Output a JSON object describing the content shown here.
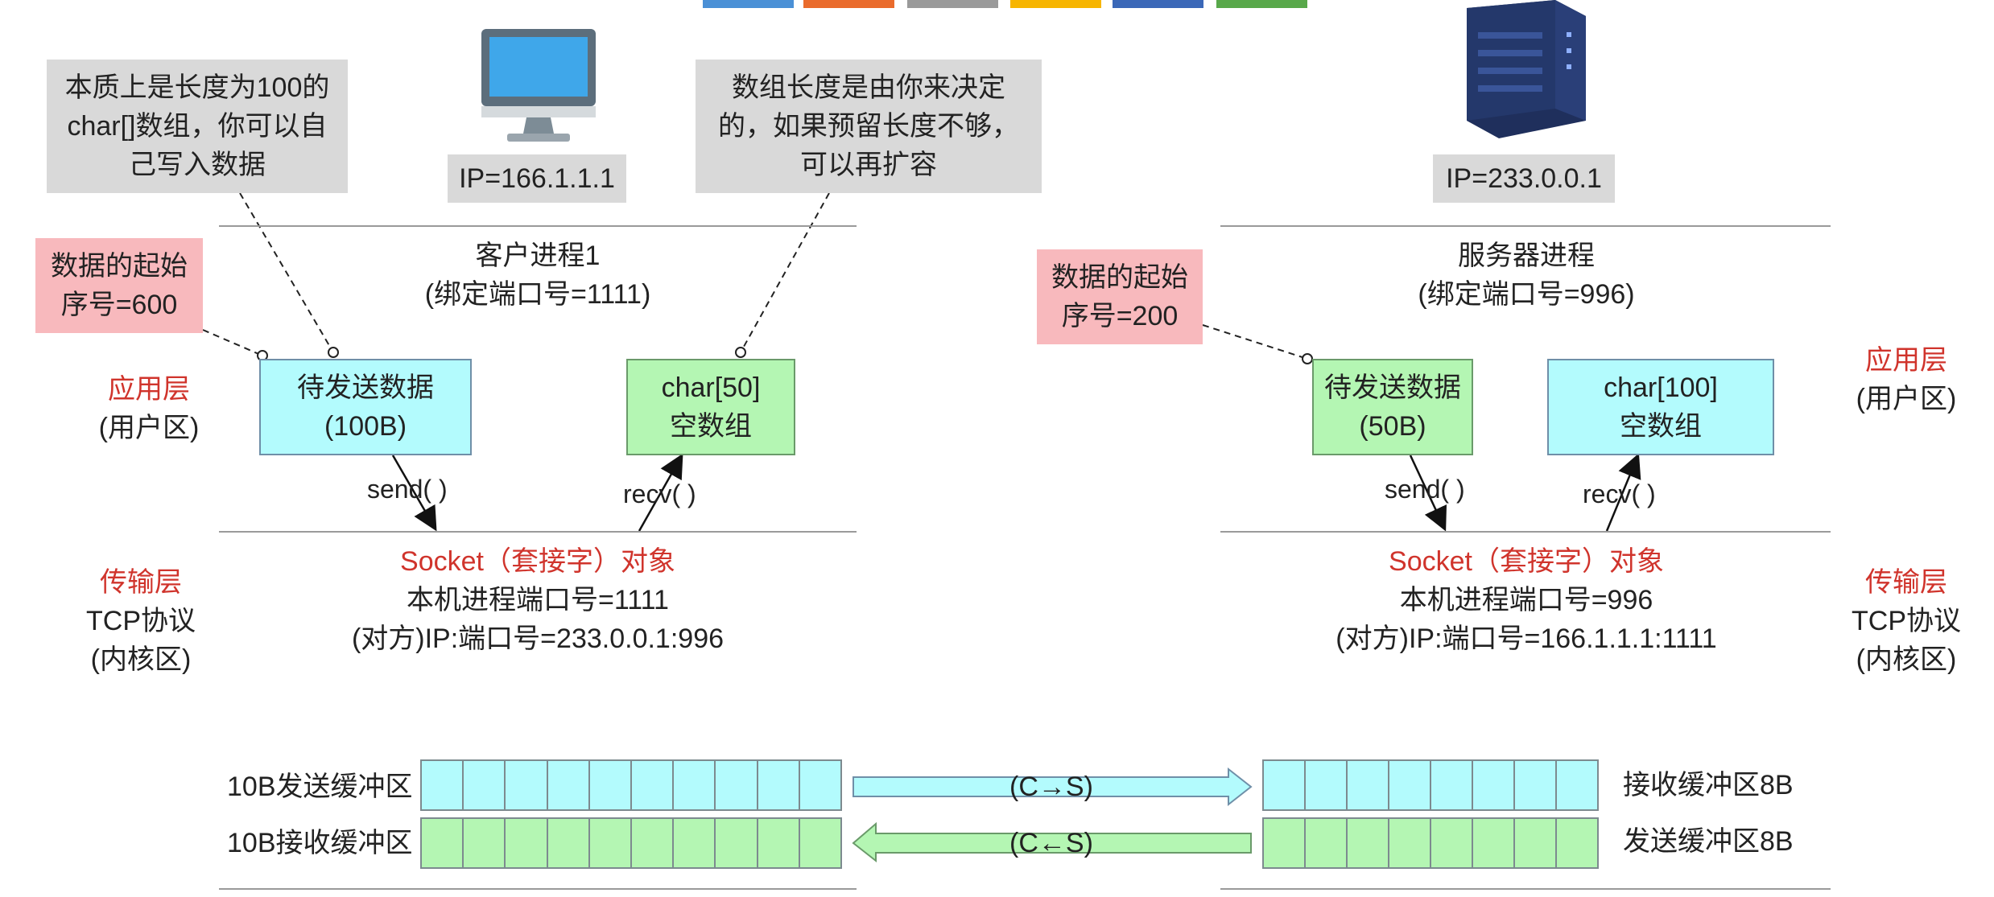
{
  "legend_colors": [
    "#4a90d6",
    "#ea6b2c",
    "#9a9a9a",
    "#f7b500",
    "#3b68b8",
    "#58a84a"
  ],
  "client": {
    "ip": "IP=166.1.1.1",
    "process_title": "客户进程1",
    "process_port": "(绑定端口号=1111)",
    "note_left": [
      "本质上是长度为100的",
      "char[]数组，你可以自",
      "己写入数据"
    ],
    "note_right": [
      "数组长度是由你来决定",
      "的，如果预留长度不够，",
      "可以再扩容"
    ],
    "seq": [
      "数据的起始",
      "序号=600"
    ],
    "send_box": [
      "待发送数据",
      "(100B)"
    ],
    "recv_box": [
      "char[50]",
      "空数组"
    ],
    "send_label": "send( )",
    "recv_label": "recv( )",
    "socket_title": "Socket（套接字）对象",
    "socket_port": "本机进程端口号=1111",
    "socket_peer": "(对方)IP:端口号=233.0.0.1:996",
    "send_buffer_label": "10B发送缓冲区",
    "recv_buffer_label": "10B接收缓冲区",
    "send_buffer_cells": 10,
    "recv_buffer_cells": 10
  },
  "server": {
    "ip": "IP=233.0.0.1",
    "process_title": "服务器进程",
    "process_port": "(绑定端口号=996)",
    "seq": [
      "数据的起始",
      "序号=200"
    ],
    "send_box": [
      "待发送数据",
      "(50B)"
    ],
    "recv_box": [
      "char[100]",
      "空数组"
    ],
    "send_label": "send( )",
    "recv_label": "recv( )",
    "socket_title": "Socket（套接字）对象",
    "socket_port": "本机进程端口号=996",
    "socket_peer": "(对方)IP:端口号=166.1.1.1:1111",
    "recv_buffer_label": "接收缓冲区8B",
    "send_buffer_label": "发送缓冲区8B",
    "recv_buffer_cells": 8,
    "send_buffer_cells": 8
  },
  "layers": {
    "app": "应用层",
    "app_sub": "(用户区)",
    "transport": "传输层",
    "transport_proto": "TCP协议",
    "transport_sub": "(内核区)"
  },
  "arrows": {
    "c_to_s": "(C→S)",
    "s_to_c": "(C←S)"
  }
}
